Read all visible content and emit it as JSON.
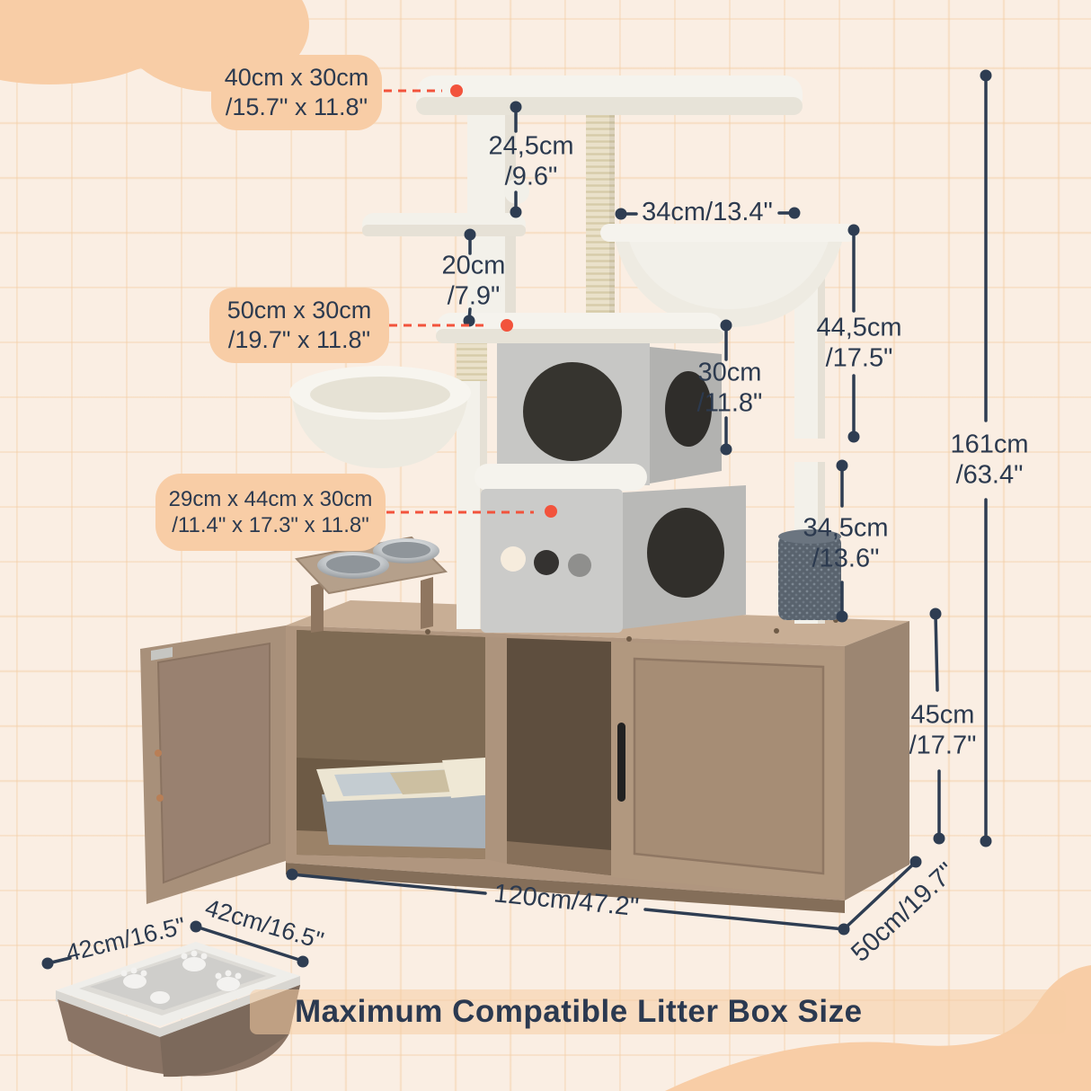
{
  "callouts": {
    "top_platform": {
      "a": "40cm x 30cm",
      "b": "/15.7\" x 11.8\""
    },
    "mid_platform": {
      "a": "50cm x 30cm",
      "b": "/19.7\" x 11.8\""
    },
    "felt_condo": {
      "a": "29cm x 44cm x 30cm",
      "b": "/11.4\" x 17.3\" x 11.8\""
    }
  },
  "dims": {
    "h245": {
      "a": "24,5cm",
      "b": "/9.6\""
    },
    "w34": {
      "a": "34cm/13.4\""
    },
    "h20": {
      "a": "20cm",
      "b": "/7.9\""
    },
    "h445": {
      "a": "44,5cm",
      "b": "/17.5\""
    },
    "h30": {
      "a": "30cm",
      "b": "/11.8\""
    },
    "h161": {
      "a": "161cm",
      "b": "/63.4\""
    },
    "h345": {
      "a": "34,5cm",
      "b": "/13.6\""
    },
    "h45": {
      "a": "45cm",
      "b": "/17.7\""
    },
    "w120": {
      "a": "120cm/47.2\""
    },
    "d50": {
      "a": "50cm/19.7\""
    },
    "lb_left": {
      "a": "42cm/16.5\""
    },
    "lb_right": {
      "a": "42cm/16.5\""
    }
  },
  "banner": {
    "text": "Maximum Compatible Litter Box Size"
  },
  "colors": {
    "background": "#faeee3",
    "grid_line": "#f3ceA6",
    "accent_peach": "#f8cda6",
    "ink": "#2c3a4f",
    "dimension_line": "#2e3d52",
    "callout_red": "#f2533c",
    "wood": "#b0967f",
    "felt_gray": "#c8c8c6",
    "plush_white": "#f5f3ed"
  }
}
